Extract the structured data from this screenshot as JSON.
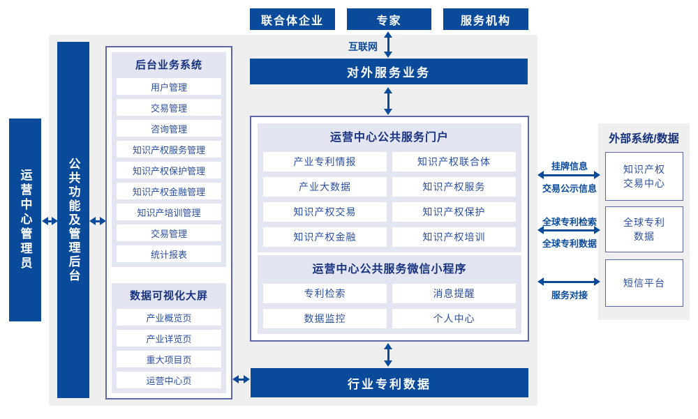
{
  "colors": {
    "primary_blue": "#0a4a9b",
    "panel_lavender": "#e3e6f2",
    "background_gray": "#efefef",
    "box_border": "#5b66a7",
    "heading_navy": "#16327f",
    "item_text_blue": "#2a4fa0"
  },
  "top": {
    "actors": [
      "联合体企业",
      "专家",
      "服务机构"
    ],
    "internet_label": "互联网",
    "external_service_bar": "对外服务业务"
  },
  "left": {
    "admin_vertical": "运营中心管理员",
    "backend_vertical": "公共功能及管理后台",
    "backend_system": {
      "title": "后台业务系统",
      "items": [
        "用户管理",
        "交易管理",
        "咨询管理",
        "知识产权服务管理",
        "知识产权保护管理",
        "知识产权金融管理",
        "知识产培训管理",
        "交易管理",
        "统计报表"
      ]
    },
    "data_screen": {
      "title": "数据可视化大屏",
      "items": [
        "产业概览页",
        "产业详览页",
        "重大项目页",
        "运营中心页"
      ]
    }
  },
  "center": {
    "portal": {
      "title": "运营中心公共服务门户",
      "items": [
        "产业专利情报",
        "知识产权联合体",
        "产业大数据",
        "知识产权服务",
        "知识产权交易",
        "知识产权保护",
        "知识产权金融",
        "知识产权培训"
      ]
    },
    "mini_program": {
      "title": "运营中心公共服务微信小程序",
      "items": [
        "专利检索",
        "消息提醒",
        "数据监控",
        "个人中心"
      ]
    },
    "industry_patent_bar": "行业专利数据"
  },
  "right": {
    "title": "外部系统/数据",
    "systems": [
      "知识产权\n交易中心",
      "全球专利\n数据",
      "短信平台"
    ],
    "link_labels": {
      "listing_top": "挂牌信息",
      "listing_bottom": "交易公示信息",
      "patent_search_top": "全球专利检索",
      "patent_data_bottom": "全球专利数据",
      "service_bottom": "服务对接"
    }
  }
}
